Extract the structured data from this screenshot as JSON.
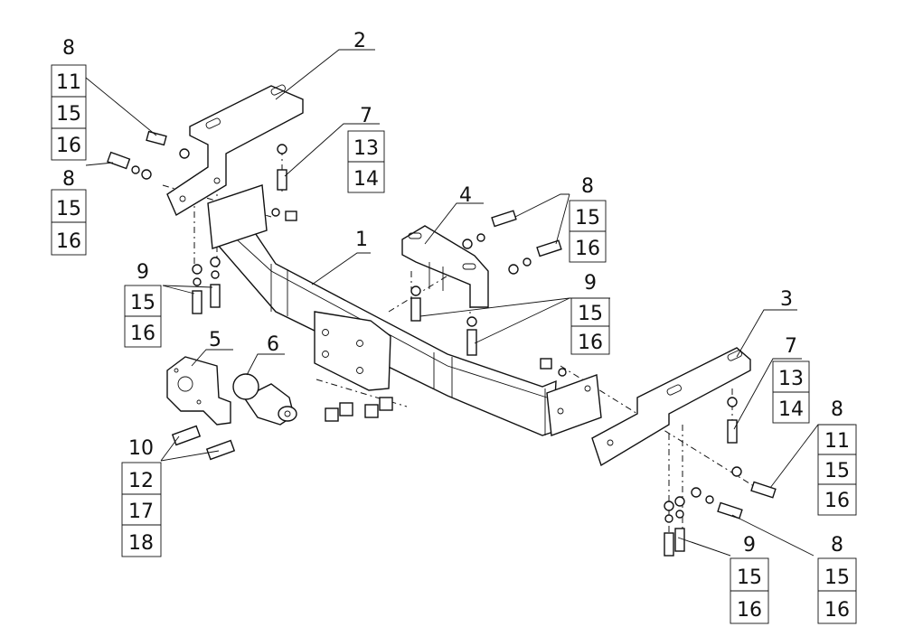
{
  "diagram": {
    "callouts": [
      {
        "id": "c2",
        "lines": [
          "2"
        ]
      },
      {
        "id": "c8a",
        "lines": [
          "8",
          "11",
          "15",
          "16"
        ]
      },
      {
        "id": "c8b",
        "lines": [
          "8",
          "15",
          "16"
        ]
      },
      {
        "id": "c7a",
        "lines": [
          "7",
          "13",
          "14"
        ]
      },
      {
        "id": "c4",
        "lines": [
          "4"
        ]
      },
      {
        "id": "c8c",
        "lines": [
          "8",
          "15",
          "16"
        ]
      },
      {
        "id": "c1",
        "lines": [
          "1"
        ]
      },
      {
        "id": "c9a",
        "lines": [
          "9",
          "15",
          "16"
        ]
      },
      {
        "id": "c9b",
        "lines": [
          "9",
          "15",
          "16"
        ]
      },
      {
        "id": "c3",
        "lines": [
          "3"
        ]
      },
      {
        "id": "c5",
        "lines": [
          "5"
        ]
      },
      {
        "id": "c6",
        "lines": [
          "6"
        ]
      },
      {
        "id": "c7b",
        "lines": [
          "7",
          "13",
          "14"
        ]
      },
      {
        "id": "c8d",
        "lines": [
          "8",
          "11",
          "15",
          "16"
        ]
      },
      {
        "id": "c10",
        "lines": [
          "10",
          "12",
          "17",
          "18"
        ]
      },
      {
        "id": "c9c",
        "lines": [
          "9",
          "15",
          "16"
        ]
      },
      {
        "id": "c8e",
        "lines": [
          "8",
          "15",
          "16"
        ]
      }
    ]
  }
}
